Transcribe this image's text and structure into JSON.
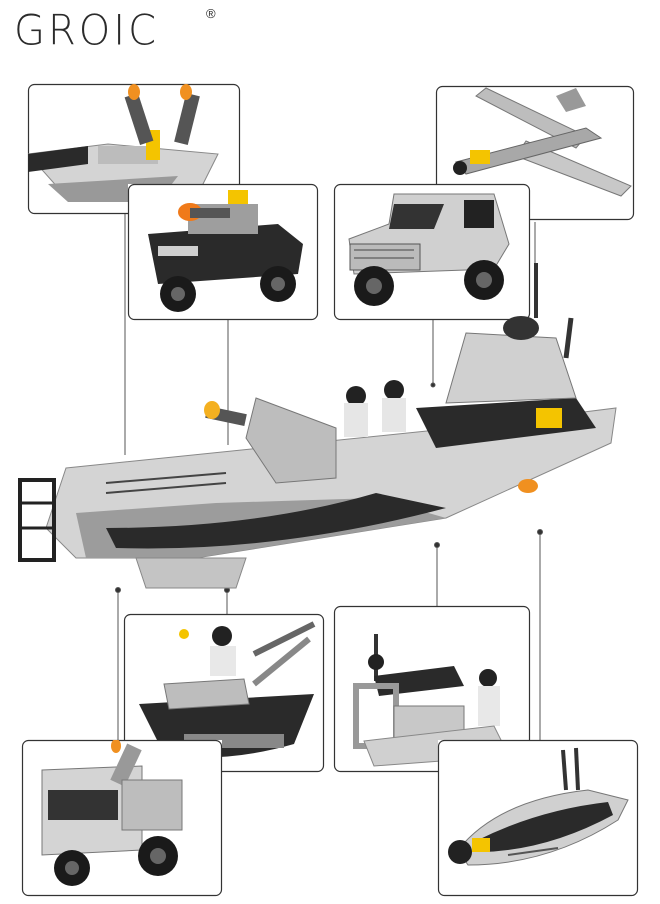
{
  "brand": {
    "name": "GROIC",
    "mark": "®"
  },
  "colors": {
    "frame_border": "#333333",
    "light_grey": "#cfcfcf",
    "mid_grey": "#9a9a9a",
    "dark": "#2a2a2a",
    "accent_orange": "#f0a020",
    "accent_yellow": "#f4c400"
  },
  "models": [
    {
      "id": "turret-boat"
    },
    {
      "id": "fighter-plane"
    },
    {
      "id": "tank-car"
    },
    {
      "id": "suv"
    },
    {
      "id": "aircraft-carrier"
    },
    {
      "id": "patrol-boat"
    },
    {
      "id": "radar-station"
    },
    {
      "id": "missile-truck"
    },
    {
      "id": "submarine"
    }
  ]
}
